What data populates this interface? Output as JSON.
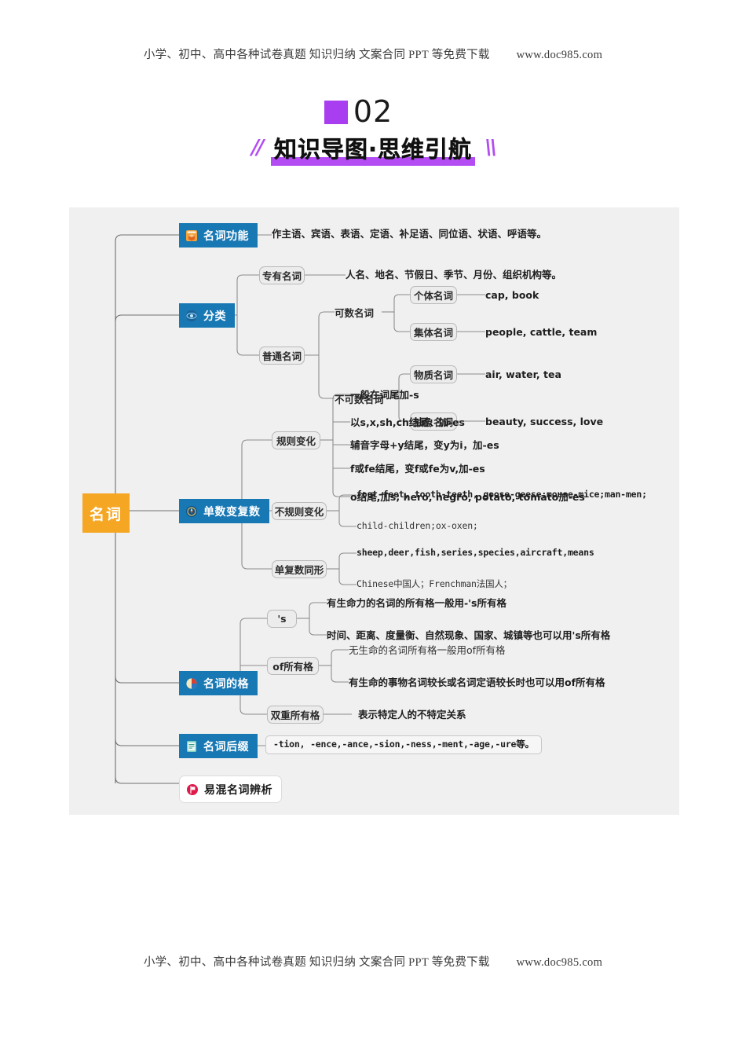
{
  "watermark": {
    "text": "小学、初中、高中各种试卷真题  知识归纳  文案合同  PPT 等免费下载",
    "url": "www.doc985.com"
  },
  "title": {
    "number": "02",
    "main": "知识导图·思维引航",
    "slash_left": "//",
    "slash_right": "\\\\",
    "accent_color": "#b34df3"
  },
  "mindmap": {
    "root": {
      "label": "名词",
      "color": "#f5a623"
    },
    "branch_color": "#1878b4",
    "branches": [
      {
        "label": "名词功能",
        "icon": "box-icon",
        "leaves": [
          "作主语、宾语、表语、定语、补足语、同位语、状语、呼语等。"
        ]
      },
      {
        "label": "分类",
        "icon": "target-icon",
        "groups": [
          {
            "chip": "专有名词",
            "leaf": "人名、地名、节假日、季节、月份、组织机构等。"
          },
          {
            "chip": "普通名词",
            "sub": [
              {
                "chip": "可数名词",
                "items": [
                  {
                    "chip": "个体名词",
                    "leaf": "cap, book"
                  },
                  {
                    "chip": "集体名词",
                    "leaf": "people, cattle, team"
                  }
                ]
              },
              {
                "chip": "不可数名词",
                "items": [
                  {
                    "chip": "物质名词",
                    "leaf": "air, water, tea"
                  },
                  {
                    "chip": "抽象名词",
                    "leaf": "beauty, success, love"
                  }
                ]
              }
            ]
          }
        ]
      },
      {
        "label": "单数变复数",
        "icon": "compass-icon",
        "groups": [
          {
            "chip": "规则变化",
            "leaves": [
              "一般在词尾加-s",
              "以s,x,sh,ch结尾，加-es",
              "辅音字母+y结尾，变y为i，加-es",
              "f或fe结尾，变f或fe为v,加-es",
              "o结尾,加s; hero, negro, potato, tomato加-es"
            ]
          },
          {
            "chip": "不规则变化",
            "leaves": [
              "foot-feet, tooth-teeth, goose-geese;mouse-mice;man-men;",
              "child-children;ox-oxen;"
            ]
          },
          {
            "chip": "单复数同形",
            "leaves": [
              "sheep,deer,fish,series,species,aircraft,means",
              "Chinese中国人；Frenchman法国人；"
            ]
          }
        ]
      },
      {
        "label": "名词的格",
        "icon": "pie-icon",
        "groups": [
          {
            "chip": "'s",
            "leaves": [
              "有生命力的名词的所有格一般用-'s所有格",
              "时间、距离、度量衡、自然现象、国家、城镇等也可以用's所有格"
            ]
          },
          {
            "chip": "of所有格",
            "leaves": [
              "无生命的名词所有格一般用of所有格",
              "有生命的事物名词较长或名词定语较长时也可以用of所有格"
            ]
          },
          {
            "chip": "双重所有格",
            "leaves": [
              "表示特定人的不特定关系"
            ]
          }
        ]
      },
      {
        "label": "名词后缀",
        "icon": "note-icon",
        "leaves": [
          "-tion, -ence,-ance,-sion,-ness,-ment,-age,-ure等。"
        ]
      },
      {
        "label": "易混名词辨析",
        "icon": "flag-icon",
        "style": "white",
        "leaves": []
      }
    ]
  }
}
